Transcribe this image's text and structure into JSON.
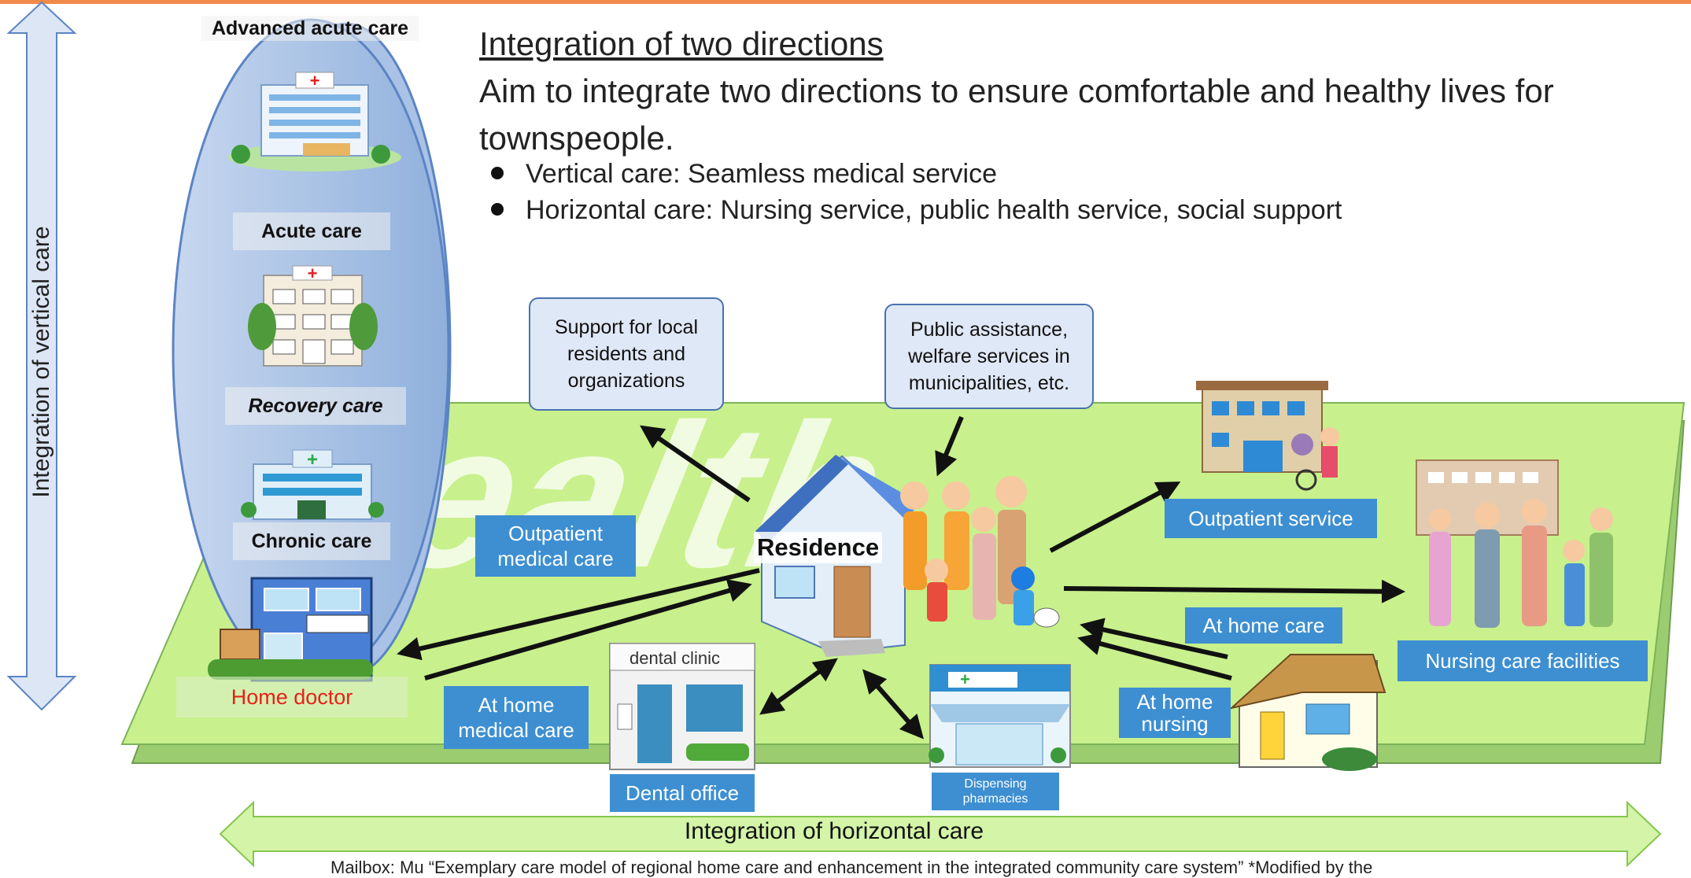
{
  "header": {
    "title": "Integration of two directions",
    "aim": "Aim to integrate two directions to ensure comfortable and healthy lives for townspeople.",
    "bullets": [
      "Vertical care: Seamless medical service",
      "Horizontal care: Nursing service, public health service, social support"
    ]
  },
  "axes": {
    "vertical": "Integration of vertical care",
    "horizontal": "Integration of horizontal care"
  },
  "care_levels": [
    "Advanced acute care",
    "Acute care",
    "Recovery care",
    "Chronic care"
  ],
  "home_doctor": "Home doctor",
  "background_word": "Health",
  "callouts": {
    "support": "Support for local residents and organizations",
    "public": "Public assistance, welfare services in municipalities, etc."
  },
  "center": {
    "residence": "Residence"
  },
  "labels": {
    "outpatient_medical": "Outpatient medical care",
    "at_home_medical": "At home medical care",
    "dental_office": "Dental office",
    "dental_clinic_sign": "dental clinic",
    "dispensing": "Dispensing pharmacies",
    "outpatient_service": "Outpatient service",
    "at_home_care": "At home care",
    "at_home_nursing": "At home nursing",
    "nursing_facilities": "Nursing care facilities"
  },
  "footnote": "Mailbox: Mu “Exemplary care model of regional home care and enhancement in the integrated community care system”      *Modified by the",
  "colors": {
    "accent_bar": "#f08a4b",
    "ground": "#c8f08c",
    "label_blue": "#3d8fd1",
    "callout_fill": "#dfe8f6",
    "arrow_fill": "#dce6f5",
    "horizontal_arrow": "#d4f4a8",
    "home_doctor_text": "#e8201a"
  }
}
